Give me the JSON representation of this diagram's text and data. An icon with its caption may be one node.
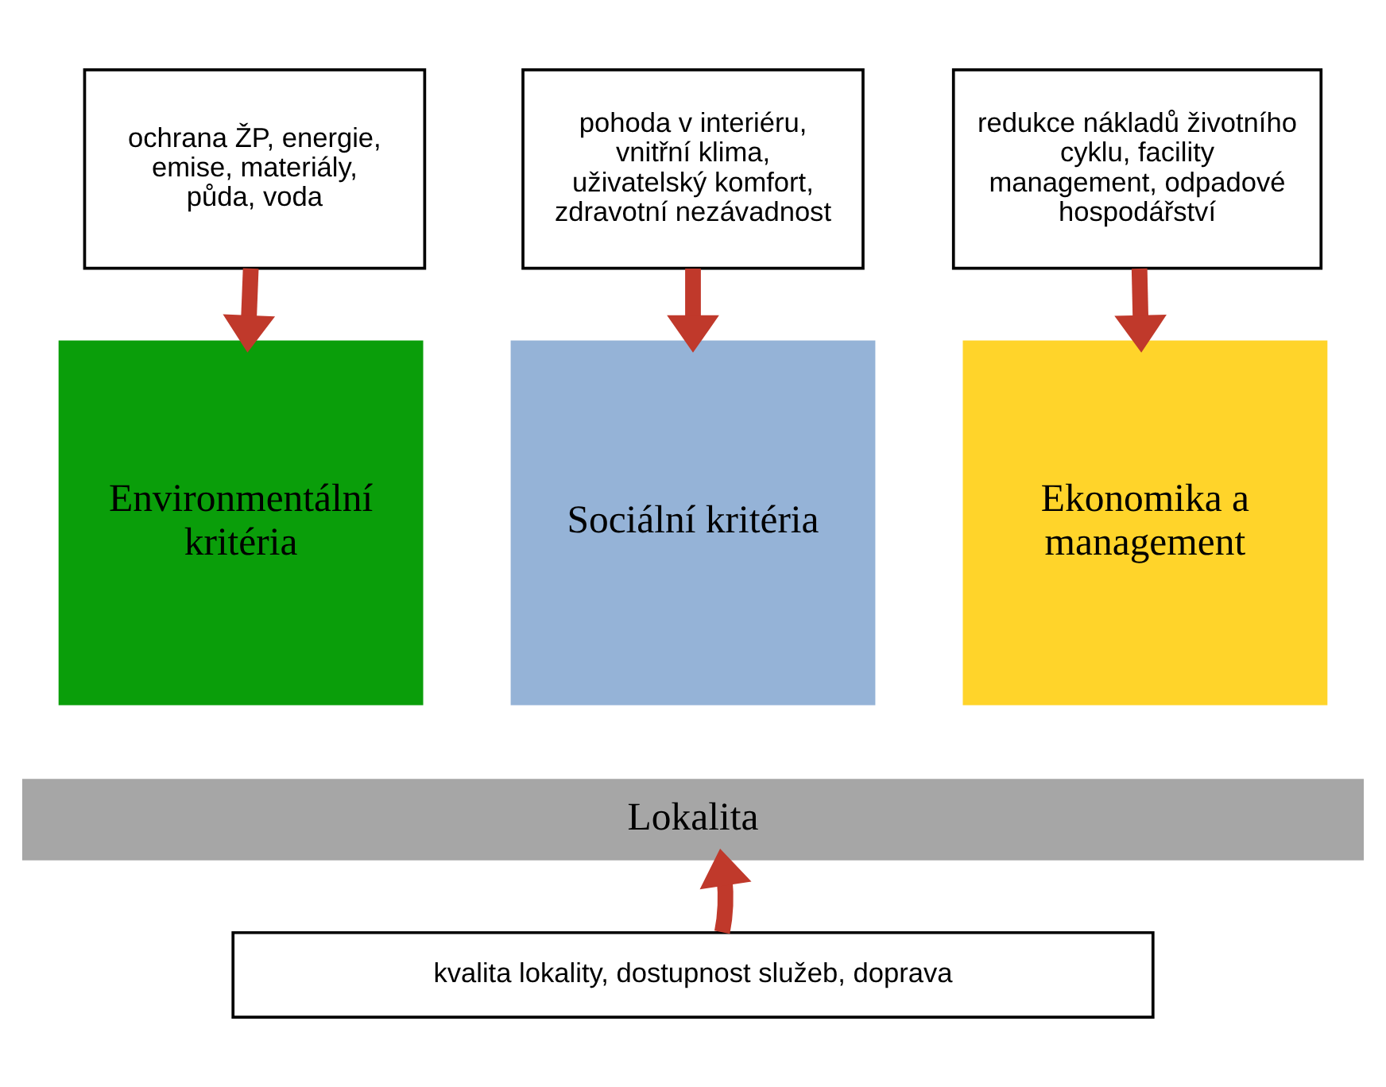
{
  "diagram": {
    "nodes": [
      {
        "text": [
          "ochrana ŽP, energie, emise, materiály, půda, voda"
        ]
      },
      {
        "text": [
          "pohoda v interiéru, vnitřní klima, uživatelský komfort, zdravotní nezávadnost"
        ]
      },
      {
        "text": [
          "redukce nákladů životního cyklu, facility management, odpadové hospodářství"
        ]
      },
      {
        "text": [
          "Environmentální kritéria"
        ]
      },
      {
        "text": [
          "Sociální kritéria"
        ]
      },
      {
        "text": [
          "Ekonomika a management"
        ]
      },
      {
        "text": [
          "Lokalita"
        ]
      },
      {
        "text": [
          "kvalita lokality, dostupnost služeb, doprava"
        ]
      }
    ],
    "edges": [
      {
        "from": 0,
        "to": 3,
        "arrow": "to"
      },
      {
        "from": 1,
        "to": 4,
        "arrow": "to"
      },
      {
        "from": 2,
        "to": 5,
        "arrow": "to"
      },
      {
        "from": 7,
        "to": 6,
        "arrow": "to"
      }
    ]
  }
}
